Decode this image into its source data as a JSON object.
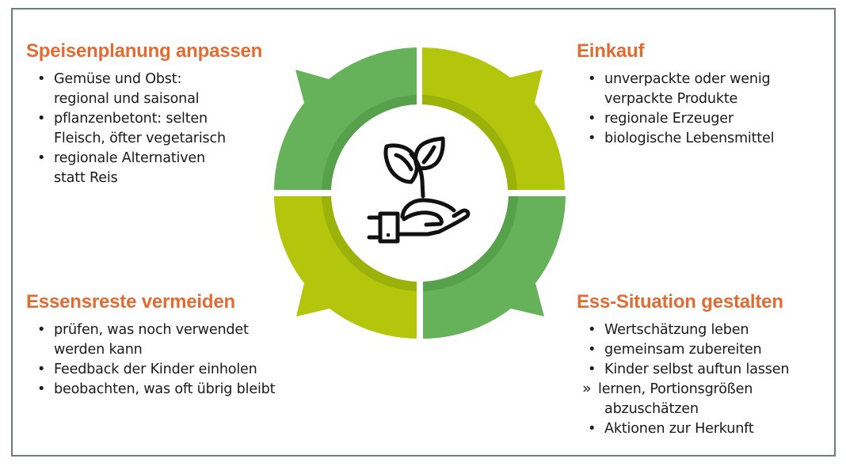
{
  "colors": {
    "heading": "#e06c33",
    "green": "#66b25a",
    "green_dark": "#57a14c",
    "lime": "#b3c60b",
    "lime_dark": "#9bb20a",
    "border": "#6f7b7b",
    "text": "#1a1a1a"
  },
  "center_icon": "hand-holding-plant-icon",
  "sections": {
    "top_left": {
      "heading": "Speisenplanung anpassen",
      "items": [
        {
          "bullet": "•",
          "text": "Gemüse und Obst: regional und saisonal",
          "lines": [
            "Gemüse und Obst:",
            "regional und saisonal"
          ]
        },
        {
          "bullet": "•",
          "text": "pflanzenbetont: selten Fleisch, öfter vegetarisch",
          "lines": [
            "pflanzenbetont: selten",
            "Fleisch, öfter vegetarisch"
          ]
        },
        {
          "bullet": "•",
          "text": "regionale Alternativen statt Reis",
          "lines": [
            "regionale Alternativen",
            "statt Reis"
          ]
        }
      ]
    },
    "top_right": {
      "heading": "Einkauf",
      "items": [
        {
          "bullet": "•",
          "text": "unverpackte oder wenig verpackte Produkte",
          "lines": [
            "unverpackte oder wenig",
            "verpackte Produkte"
          ]
        },
        {
          "bullet": "•",
          "text": "regionale Erzeuger",
          "lines": [
            "regionale Erzeuger"
          ]
        },
        {
          "bullet": "•",
          "text": "biologische Lebensmittel",
          "lines": [
            "biologische Lebensmittel"
          ]
        }
      ]
    },
    "bottom_left": {
      "heading": "Essensreste vermeiden",
      "items": [
        {
          "bullet": "•",
          "text": "prüfen, was noch verwendet werden kann",
          "lines": [
            "prüfen, was noch verwendet",
            "werden kann"
          ]
        },
        {
          "bullet": "•",
          "text": "Feedback der Kinder einholen",
          "lines": [
            "Feedback der Kinder einholen"
          ]
        },
        {
          "bullet": "•",
          "text": "beobachten, was oft übrig bleibt",
          "lines": [
            "beobachten, was oft übrig bleibt"
          ]
        }
      ]
    },
    "bottom_right": {
      "heading": "Ess-Situation gestalten",
      "items": [
        {
          "bullet": "•",
          "text": "Wertschätzung leben",
          "lines": [
            "Wertschätzung leben"
          ]
        },
        {
          "bullet": "•",
          "text": "gemeinsam zubereiten",
          "lines": [
            "gemeinsam zubereiten"
          ]
        },
        {
          "bullet": "•",
          "text": "Kinder selbst auftun lassen",
          "lines": [
            "Kinder selbst auftun lassen"
          ]
        },
        {
          "bullet": "»",
          "text": "lernen, Portionsgrößen abzuschätzen",
          "lines": [
            "lernen, Portionsgrößen",
            "abzuschätzen"
          ],
          "sub": true
        },
        {
          "bullet": "•",
          "text": "Aktionen zur Herkunft",
          "lines": [
            "Aktionen zur Herkunft"
          ]
        }
      ]
    }
  }
}
